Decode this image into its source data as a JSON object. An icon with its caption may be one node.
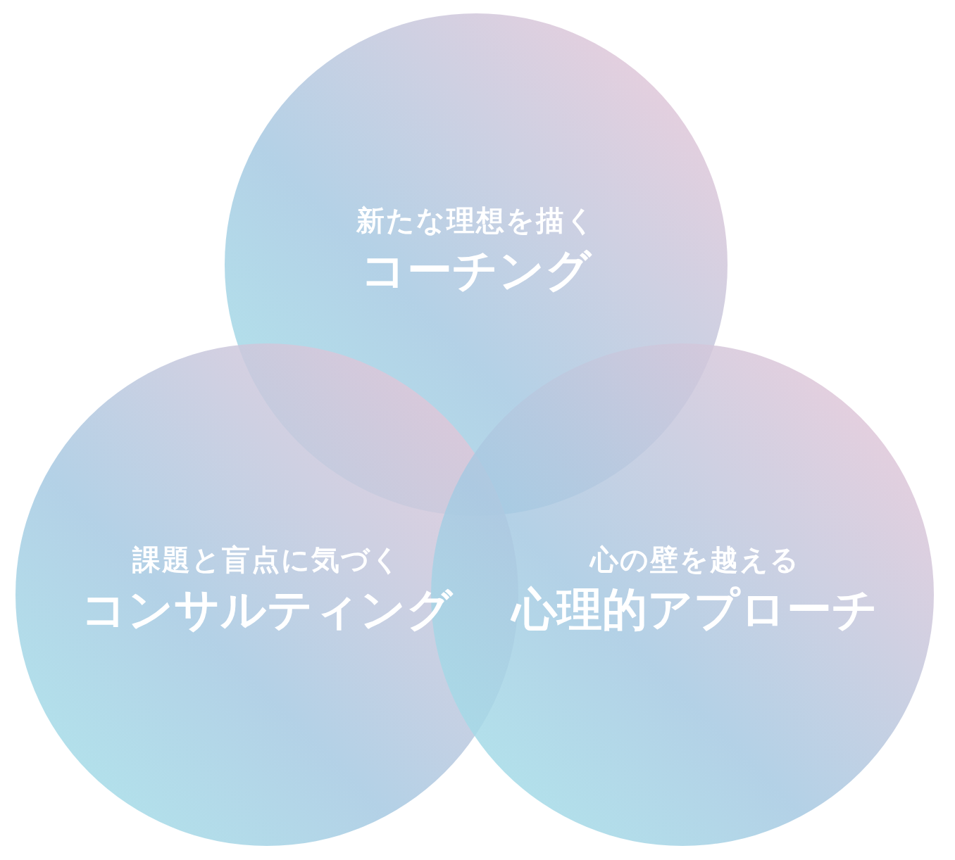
{
  "diagram": {
    "nodes": [
      {
        "text": [
          "新たな理想を描く",
          "コーチング"
        ]
      },
      {
        "text": [
          "課題と盲点に気づく",
          "コンサルティング"
        ]
      },
      {
        "text": [
          "心の壁を越える",
          "心理的アプローチ"
        ]
      }
    ]
  }
}
